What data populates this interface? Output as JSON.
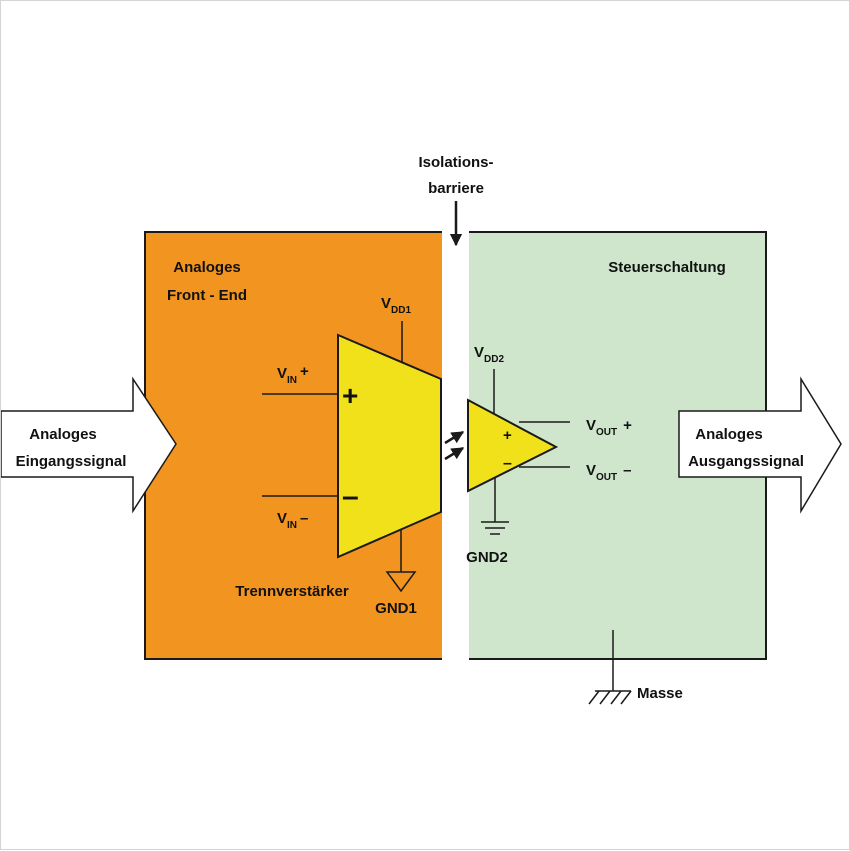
{
  "colors": {
    "front_end_fill": "#f29420",
    "control_fill": "#cfe6cd",
    "amplifier_fill": "#f1e11a",
    "line": "#1a1a1a"
  },
  "labels": {
    "barrier_line1": "Isolations-",
    "barrier_line2": "barriere",
    "front_end_line1": "Analoges",
    "front_end_line2": "Front - End",
    "control": "Steuerschaltung",
    "input_line1": "Analoges",
    "input_line2": "Eingangssignal",
    "output_line1": "Analoges",
    "output_line2": "Ausgangssignal",
    "isolation_amp": "Trennverstärker",
    "ground_masse": "Masse"
  },
  "nodes": {
    "vdd1": {
      "main": "V",
      "sub": "DD1"
    },
    "vdd2": {
      "main": "V",
      "sub": "DD2"
    },
    "vin_plus": {
      "main": "V",
      "sub": "IN",
      "sign": "+"
    },
    "vin_minus": {
      "main": "V",
      "sub": "IN",
      "sign": "–"
    },
    "vout_plus": {
      "main": "V",
      "sub": "OUT",
      "sign": "+"
    },
    "vout_minus": {
      "main": "V",
      "sub": "OUT",
      "sign": "–"
    },
    "gnd1": "GND1",
    "gnd2": "GND2"
  },
  "amp_signs": {
    "plus": "+",
    "minus": "–"
  }
}
